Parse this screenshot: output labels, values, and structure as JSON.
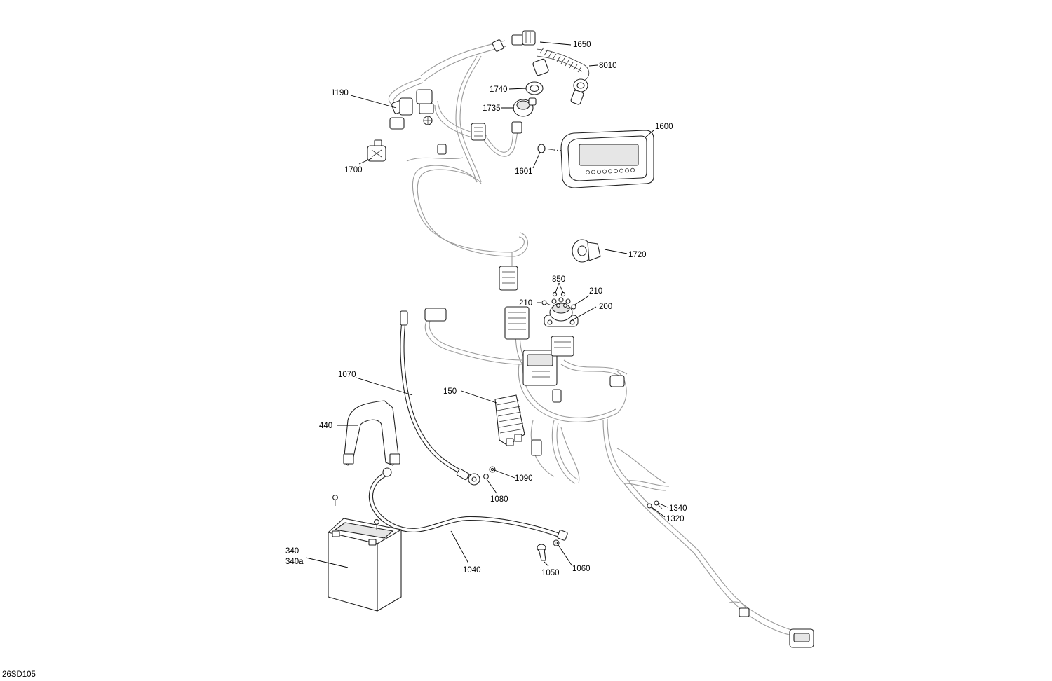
{
  "diagram": {
    "drawing_code": "26SD105",
    "callouts": [
      {
        "id": "c1650",
        "text": "1650"
      },
      {
        "id": "c8010",
        "text": "8010"
      },
      {
        "id": "c1190",
        "text": "1190"
      },
      {
        "id": "c1740",
        "text": "1740"
      },
      {
        "id": "c1735",
        "text": "1735"
      },
      {
        "id": "c1600",
        "text": "1600"
      },
      {
        "id": "c1601",
        "text": "1601"
      },
      {
        "id": "c1700",
        "text": "1700"
      },
      {
        "id": "c1720",
        "text": "1720"
      },
      {
        "id": "c850",
        "text": "850"
      },
      {
        "id": "c210a",
        "text": "210"
      },
      {
        "id": "c210b",
        "text": "210"
      },
      {
        "id": "c200",
        "text": "200"
      },
      {
        "id": "c1070",
        "text": "1070"
      },
      {
        "id": "c150",
        "text": "150"
      },
      {
        "id": "c440",
        "text": "440"
      },
      {
        "id": "c1090",
        "text": "1090"
      },
      {
        "id": "c1080",
        "text": "1080"
      },
      {
        "id": "c1340",
        "text": "1340"
      },
      {
        "id": "c1320",
        "text": "1320"
      },
      {
        "id": "c340",
        "text": "340"
      },
      {
        "id": "c340a",
        "text": "340a"
      },
      {
        "id": "c1040",
        "text": "1040"
      },
      {
        "id": "c1050",
        "text": "1050"
      },
      {
        "id": "c1060",
        "text": "1060"
      }
    ]
  }
}
